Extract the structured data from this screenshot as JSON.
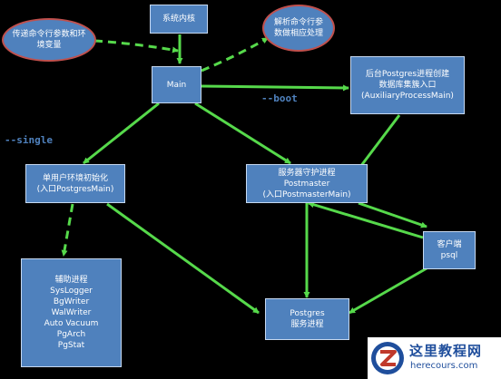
{
  "nodes": {
    "kernel": "系统内核",
    "parse_args": "解析命令行参\n数做相应处理",
    "pass_args": "传递命令行参数和环\n境变量",
    "main": "Main",
    "aux_process": "后台Postgres进程创建\n数据库集簇入口\n(AuxiliaryProcessMain)",
    "single_user": "单用户环境初始化\n(入口PostgresMain)",
    "postmaster": "服务器守护进程\nPostmaster\n(入口PostmasterMain)",
    "client": "客户端\npsql",
    "aux_list": "辅助进程\nSysLogger\nBgWriter\nWalWriter\nAuto Vacuum\nPgArch\nPgStat",
    "postgres": "Postgres\n服务进程"
  },
  "edge_labels": {
    "boot": "--boot",
    "single": "--single"
  },
  "watermark": {
    "title": "这里教程网",
    "url": "herecours.com"
  },
  "colors": {
    "node_fill": "#4f81bd",
    "edge": "#56d94b",
    "ellipse_border": "#c0504d",
    "background": "#000000"
  }
}
